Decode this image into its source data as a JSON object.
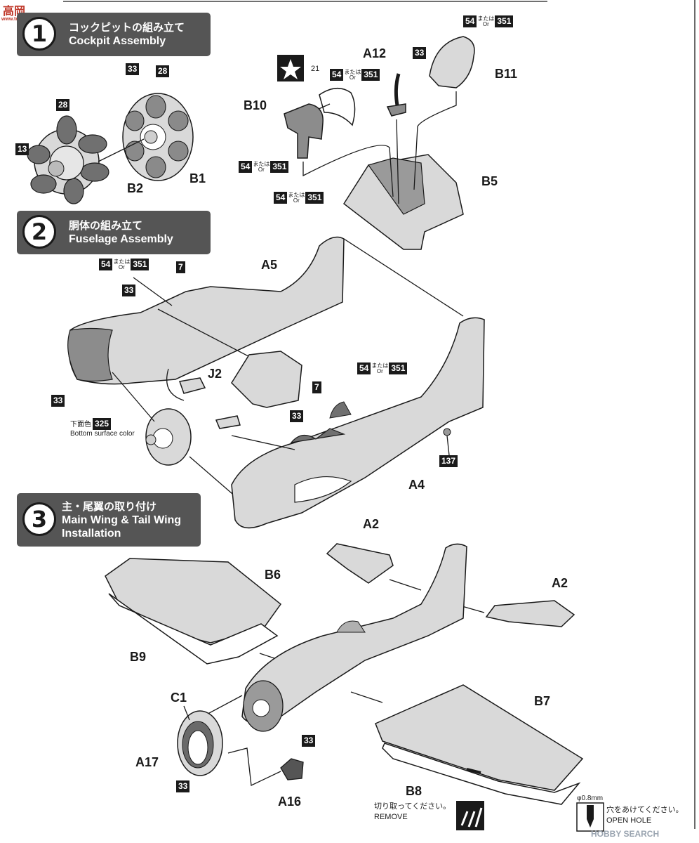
{
  "watermark_top": {
    "logo_chars": "高岡",
    "url": "www.tooblack.com"
  },
  "watermark_bottom": "HOBBY SEARCH",
  "steps": [
    {
      "number": "1",
      "title_jp": "コックピットの組み立て",
      "title_en": "Cockpit Assembly"
    },
    {
      "number": "2",
      "title_jp": "胴体の組み立て",
      "title_en": "Fuselage Assembly"
    },
    {
      "number": "3",
      "title_jp": "主・尾翼の取り付け",
      "title_en": "Main Wing & Tail Wing Installation"
    }
  ],
  "color_alt": {
    "jp": "または",
    "en": "Or"
  },
  "colors": {
    "c54": "54",
    "c351": "351",
    "c33": "33",
    "c28": "28",
    "c13": "13",
    "c7": "7",
    "c325": "325",
    "c137": "137"
  },
  "parts": {
    "B1": "B1",
    "B2": "B2",
    "B5": "B5",
    "B6": "B6",
    "B7": "B7",
    "B8": "B8",
    "B9": "B9",
    "B10": "B10",
    "B11": "B11",
    "A2": "A2",
    "A4": "A4",
    "A5": "A5",
    "A12": "A12",
    "A16": "A16",
    "A17": "A17",
    "C1": "C1",
    "J2": "J2"
  },
  "decal_no": "21",
  "bottom_surface": {
    "jp": "下面色",
    "en": "Bottom surface color"
  },
  "remove": {
    "jp": "切り取ってください。",
    "en": "REMOVE"
  },
  "open_hole": {
    "size": "φ0.8mm",
    "jp": "穴をあけてください。",
    "en": "OPEN HOLE"
  }
}
